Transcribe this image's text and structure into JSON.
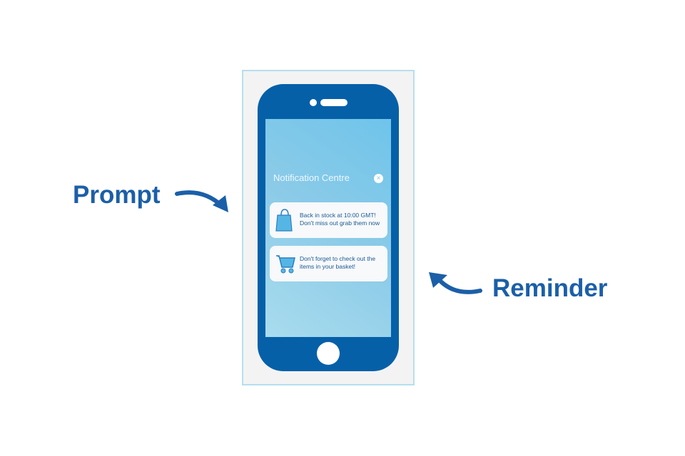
{
  "labels": {
    "prompt": "Prompt",
    "reminder": "Reminder"
  },
  "phone": {
    "title": "Notification Centre",
    "close_icon": "×",
    "notifications": [
      {
        "icon": "shopping-bag-icon",
        "line1": "Back in stock at 10:00 GMT!",
        "line2": "Don't miss out grab them now"
      },
      {
        "icon": "shopping-cart-icon",
        "line1": "Don't forget to check out the",
        "line2": "items in your basket!"
      }
    ]
  },
  "colors": {
    "brand": "#0560a8",
    "label": "#1b5fa8"
  }
}
